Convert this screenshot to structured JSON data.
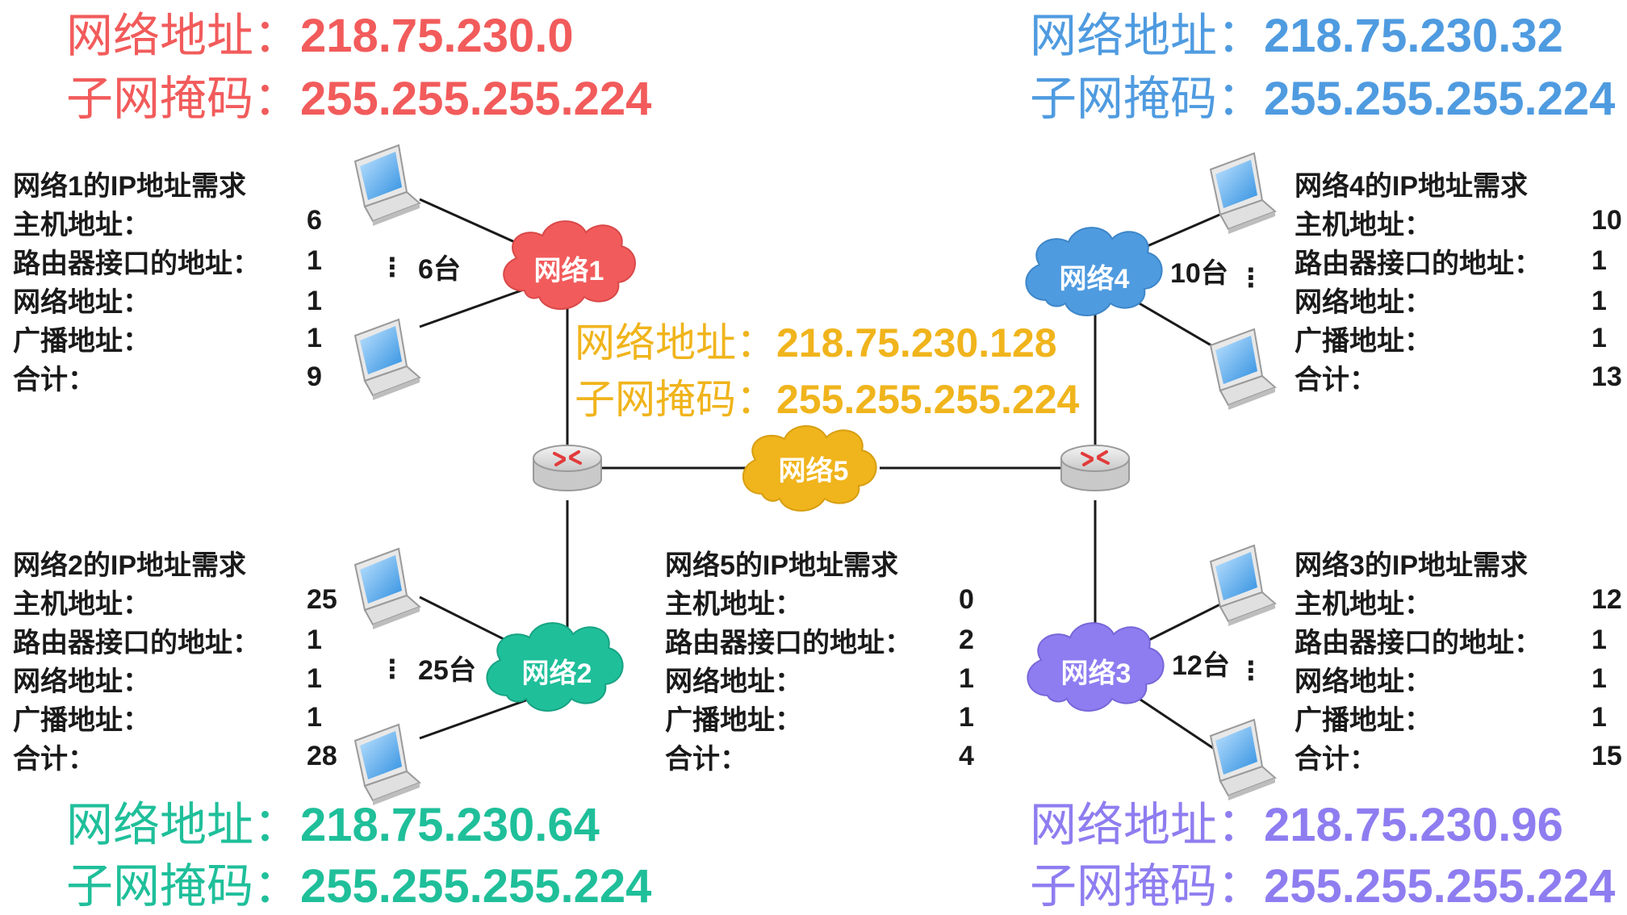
{
  "colors": {
    "net1": "#f25b5b",
    "net2": "#1fbf9a",
    "net3": "#8e7df0",
    "net4": "#4f9be0",
    "net5": "#f0b41c",
    "text": "#1a1a1a",
    "line": "#1a1a1a"
  },
  "address_blocks": {
    "net1": {
      "network_label": "网络地址：",
      "network_value": "218.75.230.0",
      "mask_label": "子网掩码：",
      "mask_value": "255.255.255.224"
    },
    "net4": {
      "network_label": "网络地址：",
      "network_value": "218.75.230.32",
      "mask_label": "子网掩码：",
      "mask_value": "255.255.255.224"
    },
    "net5": {
      "network_label": "网络地址：",
      "network_value": "218.75.230.128",
      "mask_label": "子网掩码：",
      "mask_value": "255.255.255.224"
    },
    "net2": {
      "network_label": "网络地址：",
      "network_value": "218.75.230.64",
      "mask_label": "子网掩码：",
      "mask_value": "255.255.255.224"
    },
    "net3": {
      "network_label": "网络地址：",
      "network_value": "218.75.230.96",
      "mask_label": "子网掩码：",
      "mask_value": "255.255.255.224"
    }
  },
  "clouds": {
    "net1": "网络1",
    "net2": "网络2",
    "net3": "网络3",
    "net4": "网络4",
    "net5": "网络5"
  },
  "host_counts": {
    "net1": "6台",
    "net2": "25台",
    "net3": "12台",
    "net4": "10台",
    "dots": "⋮"
  },
  "requirements": {
    "net1": {
      "title": "网络1的IP地址需求",
      "rows": [
        {
          "label": "主机地址：",
          "value": "6"
        },
        {
          "label": "路由器接口的地址：",
          "value": "1"
        },
        {
          "label": "网络地址：",
          "value": "1"
        },
        {
          "label": "广播地址：",
          "value": "1"
        },
        {
          "label": "合计：",
          "value": "9"
        }
      ]
    },
    "net2": {
      "title": "网络2的IP地址需求",
      "rows": [
        {
          "label": "主机地址：",
          "value": "25"
        },
        {
          "label": "路由器接口的地址：",
          "value": "1"
        },
        {
          "label": "网络地址：",
          "value": "1"
        },
        {
          "label": "广播地址：",
          "value": "1"
        },
        {
          "label": "合计：",
          "value": "28"
        }
      ]
    },
    "net5": {
      "title": "网络5的IP地址需求",
      "rows": [
        {
          "label": "主机地址：",
          "value": "0"
        },
        {
          "label": "路由器接口的地址：",
          "value": "2"
        },
        {
          "label": "网络地址：",
          "value": "1"
        },
        {
          "label": "广播地址：",
          "value": "1"
        },
        {
          "label": "合计：",
          "value": "4"
        }
      ]
    },
    "net4": {
      "title": "网络4的IP地址需求",
      "rows": [
        {
          "label": "主机地址：",
          "value": "10"
        },
        {
          "label": "路由器接口的地址：",
          "value": "1"
        },
        {
          "label": "网络地址：",
          "value": "1"
        },
        {
          "label": "广播地址：",
          "value": "1"
        },
        {
          "label": "合计：",
          "value": "13"
        }
      ]
    },
    "net3": {
      "title": "网络3的IP地址需求",
      "rows": [
        {
          "label": "主机地址：",
          "value": "12"
        },
        {
          "label": "路由器接口的地址：",
          "value": "1"
        },
        {
          "label": "网络地址：",
          "value": "1"
        },
        {
          "label": "广播地址：",
          "value": "1"
        },
        {
          "label": "合计：",
          "value": "15"
        }
      ]
    }
  }
}
